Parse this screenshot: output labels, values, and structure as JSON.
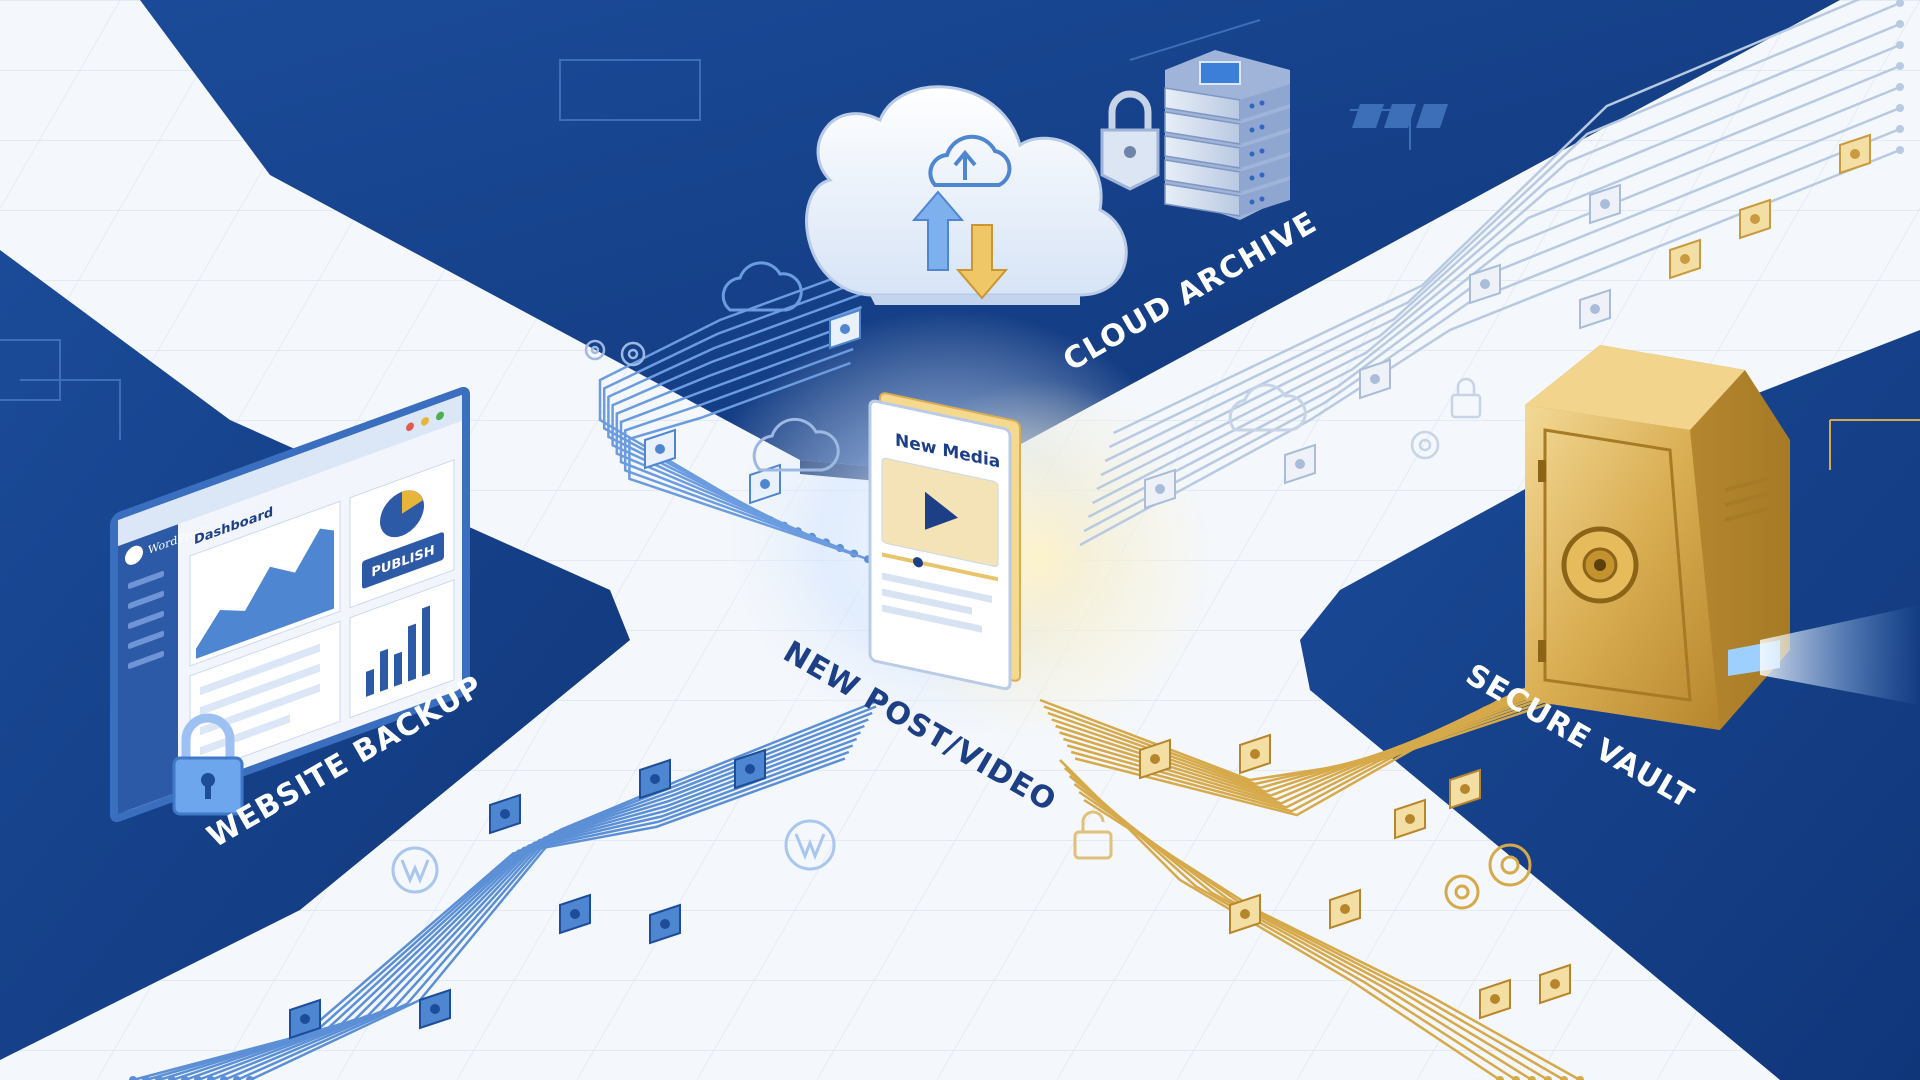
{
  "colors": {
    "background": "#f4f7fb",
    "navy": "#17458f",
    "navy_dark": "#0f3478",
    "blue_line": "#5b8fd6",
    "blue_light": "#a9c6ef",
    "gold": "#d6a94a",
    "gold_light": "#ecd08c",
    "gold_dark": "#b7862c",
    "label_white": "#ffffff",
    "label_navy": "#1d3f86"
  },
  "zones": {
    "cloud_archive": {
      "label": "CLOUD ARCHIVE",
      "icon": "cloud-upload-icon",
      "server_icon": "server-rack-icon",
      "lock_icon": "padlock-icon"
    },
    "website_backup": {
      "label": "WEBSITE BACKUP",
      "icon": "browser-dashboard-icon",
      "lock_icon": "padlock-icon"
    },
    "secure_vault": {
      "label": "SECURE VAULT",
      "icon": "safe-vault-icon"
    },
    "new_post": {
      "label": "NEW POST/VIDEO",
      "icon": "media-document-icon"
    }
  },
  "dashboard": {
    "brand": "WordPress",
    "title": "Dashboard",
    "publish_label": "PUBLISH"
  },
  "media_card": {
    "title": "New Media"
  },
  "line_icons": {
    "top_left_packets": [
      "cloud-icon",
      "up-arrow-icon",
      "left-arrow-icon",
      "gear-icon"
    ],
    "top_right_packets": [
      "chart-icon",
      "document-icon",
      "gear-icon",
      "cloud-icon",
      "lock-icon"
    ],
    "bottom_left_packets": [
      "wordpress-icon",
      "chart-icon",
      "arrow-icon"
    ],
    "bottom_right_packets": [
      "lock-icon",
      "gear-icon",
      "play-icon"
    ]
  }
}
